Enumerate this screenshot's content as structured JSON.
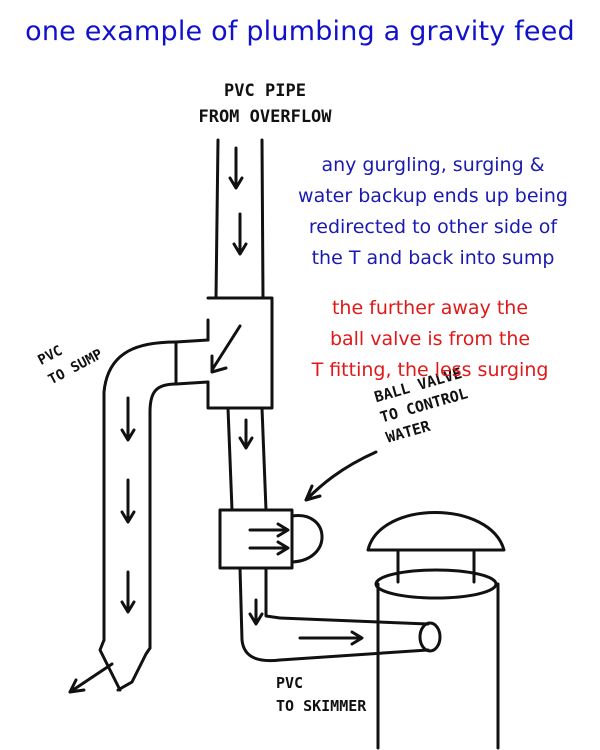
{
  "title": "one example of plumbing a gravity feed",
  "labels": {
    "overflow_pipe": [
      "PVC PIPE",
      "FROM OVERFLOW"
    ],
    "pvc_to_sump": [
      "PVC",
      "TO SUMP"
    ],
    "ball_valve": [
      "BALL VALVE",
      "TO CONTROL",
      "WATER"
    ],
    "pvc_to_skimmer": [
      "PVC",
      "TO SKIMMER"
    ]
  },
  "notes": {
    "blue": [
      "any gurgling, surging &",
      "water backup ends up being",
      "redirected to other side of",
      "the T and back into sump"
    ],
    "red": [
      "the further away the",
      "ball valve is from the",
      "T fitting, the less surging"
    ]
  },
  "colors": {
    "title": "#1111cc",
    "blue_note": "#1a1ab0",
    "red_note": "#e01818",
    "ink": "#111111"
  }
}
